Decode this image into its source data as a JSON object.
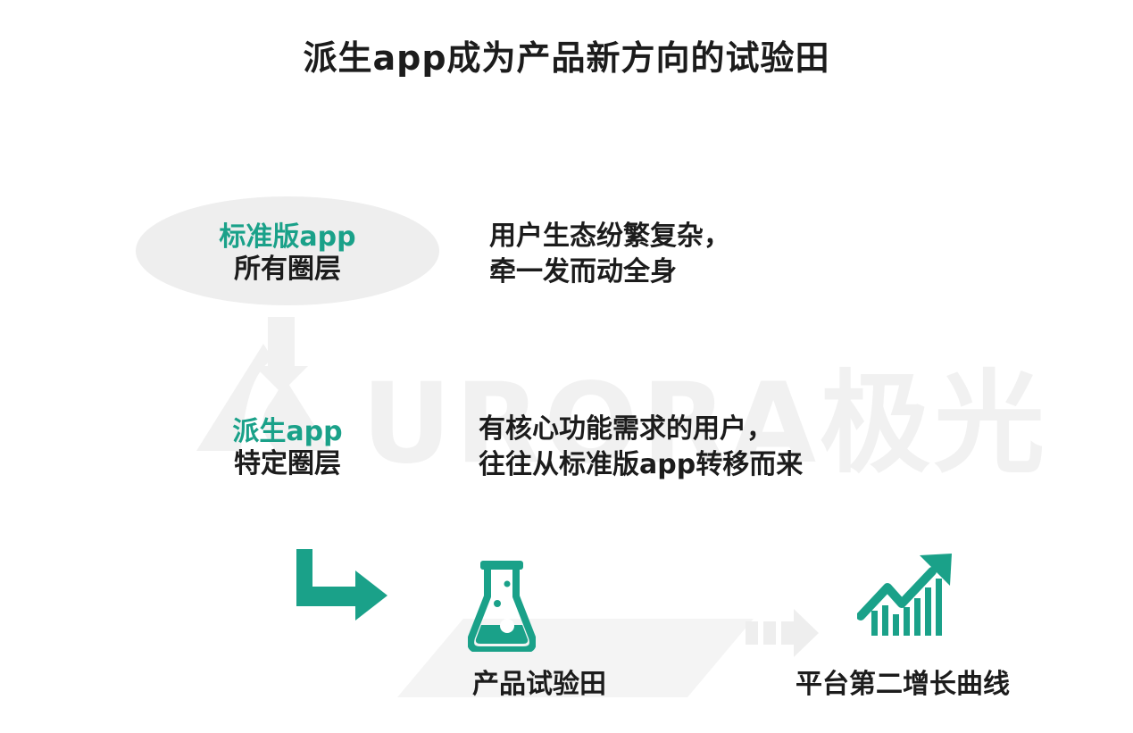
{
  "title": "派生app成为产品新方向的试验田",
  "tiers": [
    {
      "accent": "标准版app",
      "sub": "所有圈层",
      "desc_line1": "用户生态纷繁复杂，",
      "desc_line2": "牵一发而动全身"
    },
    {
      "accent": "派生app",
      "sub": "特定圈层",
      "desc_line1": "有核心功能需求的用户，",
      "desc_line2": "往往从标准版app转移而来"
    }
  ],
  "outcomes": {
    "first": "产品试验田",
    "second": "平台第二增长曲线"
  },
  "watermark": "URORA极光",
  "colors": {
    "accent": "#1aa189",
    "text": "#1c1c1c",
    "ellipse": "#eeeeee",
    "watermark": "#f1f1f1"
  },
  "icons": {
    "corner_arrow": "corner-down-right-arrow-icon",
    "flask": "flask-icon",
    "next_arrow": "right-arrow-icon",
    "growth": "growth-chart-icon"
  }
}
